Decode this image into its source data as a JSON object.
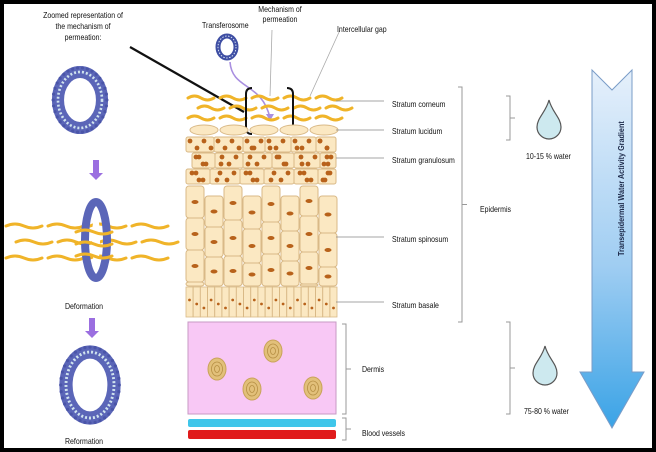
{
  "diagram": {
    "title_annotation": "Zoomed representation of the mechanism of permeation:",
    "title_lines": [
      "Zoomed representation of",
      "the mechanism of",
      "permeation:"
    ],
    "top_labels": {
      "transferosome": "Transferosome",
      "mechanism": [
        "Mechanism of",
        "permeation"
      ],
      "intercellular_gap": "Intercellular gap"
    },
    "left_sequence": {
      "stages": [
        "Deformation",
        "Reformation"
      ]
    },
    "layers": [
      {
        "name": "Stratum corneum"
      },
      {
        "name": "Stratum lucidum"
      },
      {
        "name": "Stratum granulosum"
      },
      {
        "name": "Stratum spinosum"
      },
      {
        "name": "Stratum basale"
      },
      {
        "name": "Dermis"
      },
      {
        "name": "Blood vessels"
      }
    ],
    "groups": {
      "epidermis": "Epidermis"
    },
    "water": {
      "top": "10-15 % water",
      "bottom": "75-80 % water"
    },
    "gradient_arrow": {
      "label": "Transepidermal Water Activity Gradient"
    },
    "colors": {
      "vesicle": "#5b66b8",
      "arrow_purple": "#9b6fe0",
      "lipid": "#f0b429",
      "cell_fill": "#fbe8c2",
      "cell_border": "#d9b987",
      "nucleus": "#b8621b",
      "dermis": "#f8c8f5",
      "blood_blue": "#3fc6ea",
      "blood_red": "#e01b1b",
      "water_drop": "#cde9ef",
      "gradient_top": "#e6f0fb",
      "gradient_bottom": "#3aa3e6"
    }
  }
}
